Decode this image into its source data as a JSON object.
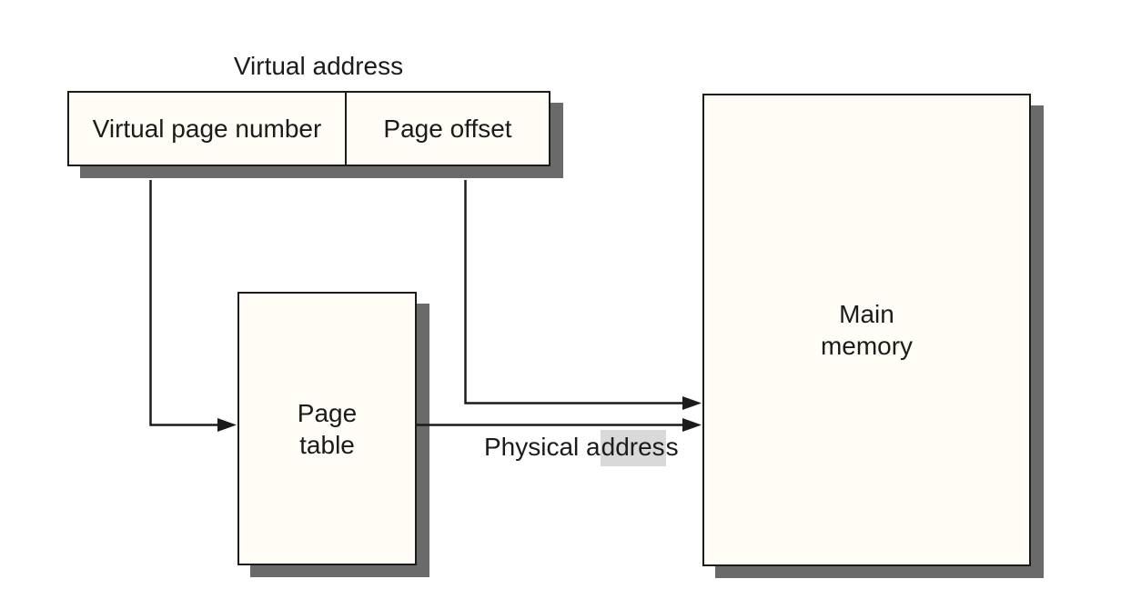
{
  "virtual_address": {
    "title": "Virtual address",
    "fields": [
      {
        "label": "Virtual page number"
      },
      {
        "label": "Page offset"
      }
    ]
  },
  "page_table": {
    "line1": "Page",
    "line2": "table"
  },
  "main_memory": {
    "line1": "Main",
    "line2": "memory"
  },
  "physical_address": {
    "prefix": "Physical a",
    "highlighted": "ddres",
    "suffix": "s"
  },
  "arrows": [
    {
      "name": "virtual-page-number-to-page-table"
    },
    {
      "name": "page-offset-to-main-memory"
    },
    {
      "name": "page-table-to-main-memory-physical-address"
    }
  ],
  "colors": {
    "background": "#ffffff",
    "box_fill": "#fffdf6",
    "box_border": "#1b1b1b",
    "box_shadow": "#6a6a6a",
    "address_highlight": "#d9d9d9"
  }
}
